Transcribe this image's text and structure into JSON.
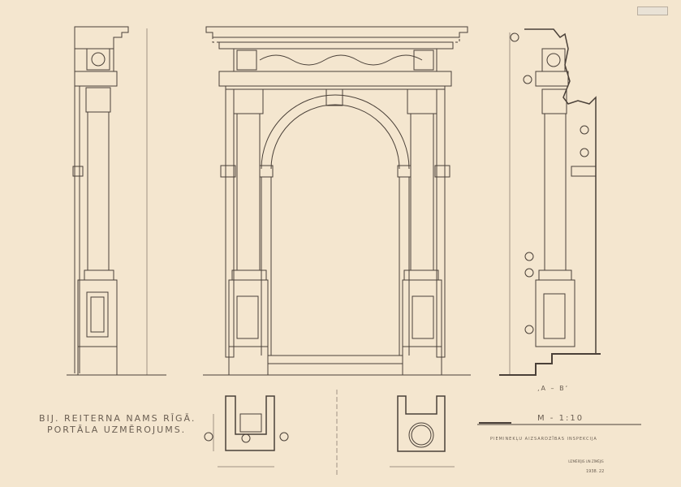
{
  "drawing": {
    "title_line1": "BIJ. REITERNA NAMS RĪGĀ.",
    "title_line2": "PORTĀLA UZMĒROJUMS.",
    "section_label": "‚A – B‘",
    "scale_label": "M - 1:10",
    "office": "PIEMINEKĻU AIZSARDZĪBAS INSPEKCIJA",
    "note": "UZMĒRĪJIS UN ZĪMĒJIS",
    "date": "1938. 22",
    "colors": {
      "paper": "#f4e6cf",
      "ink": "#4a4038"
    }
  }
}
